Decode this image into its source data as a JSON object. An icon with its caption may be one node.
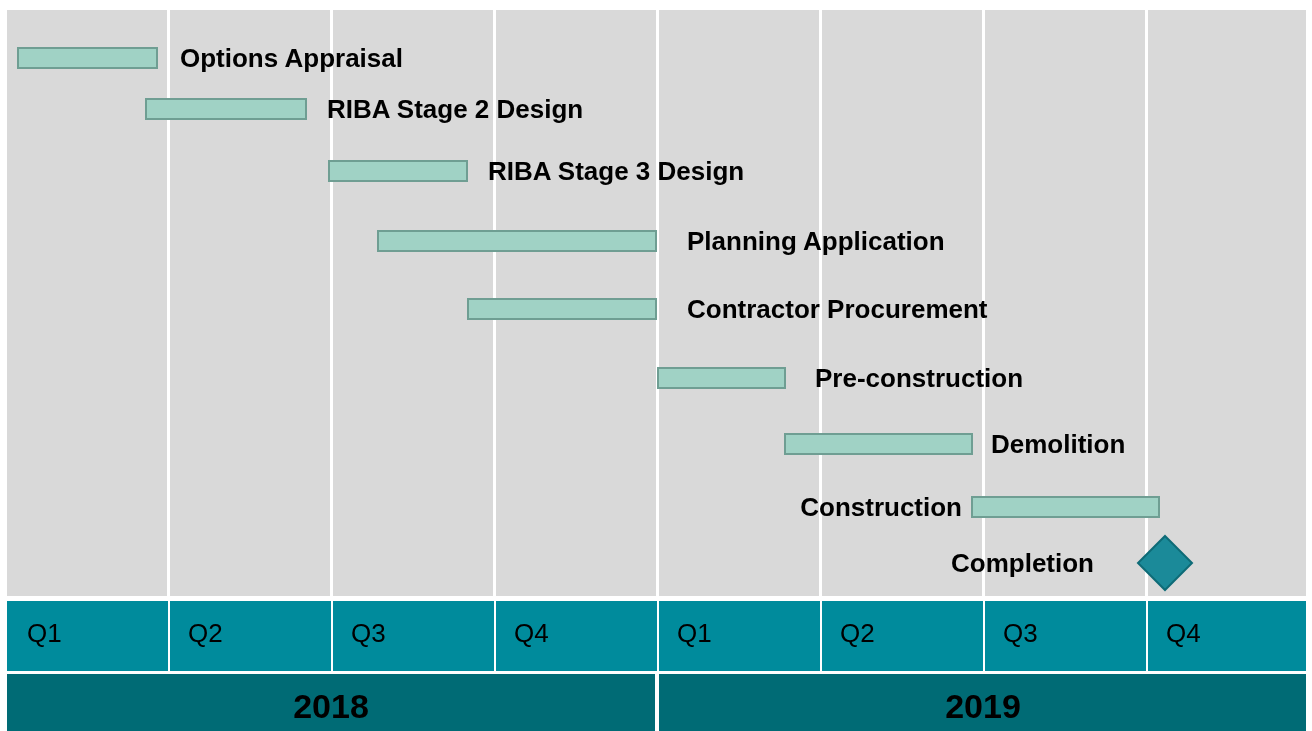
{
  "diagram": {
    "nodes": [
      {
        "text": [
          "Options Appraisal"
        ]
      },
      {
        "text": [
          "RIBA Stage 2 Design"
        ]
      },
      {
        "text": [
          "RIBA Stage 3 Design"
        ]
      },
      {
        "text": [
          "Planning Application"
        ]
      },
      {
        "text": [
          "Contractor Procurement"
        ]
      },
      {
        "text": [
          "Pre-construction"
        ]
      },
      {
        "text": [
          "Demolition"
        ]
      },
      {
        "text": [
          "Construction"
        ]
      },
      {
        "text": [
          "Completion"
        ]
      }
    ],
    "labels": [
      "Q1",
      "Q2",
      "Q3",
      "Q4",
      "Q1",
      "Q2",
      "Q3",
      "Q4",
      "2018",
      "2019"
    ]
  }
}
